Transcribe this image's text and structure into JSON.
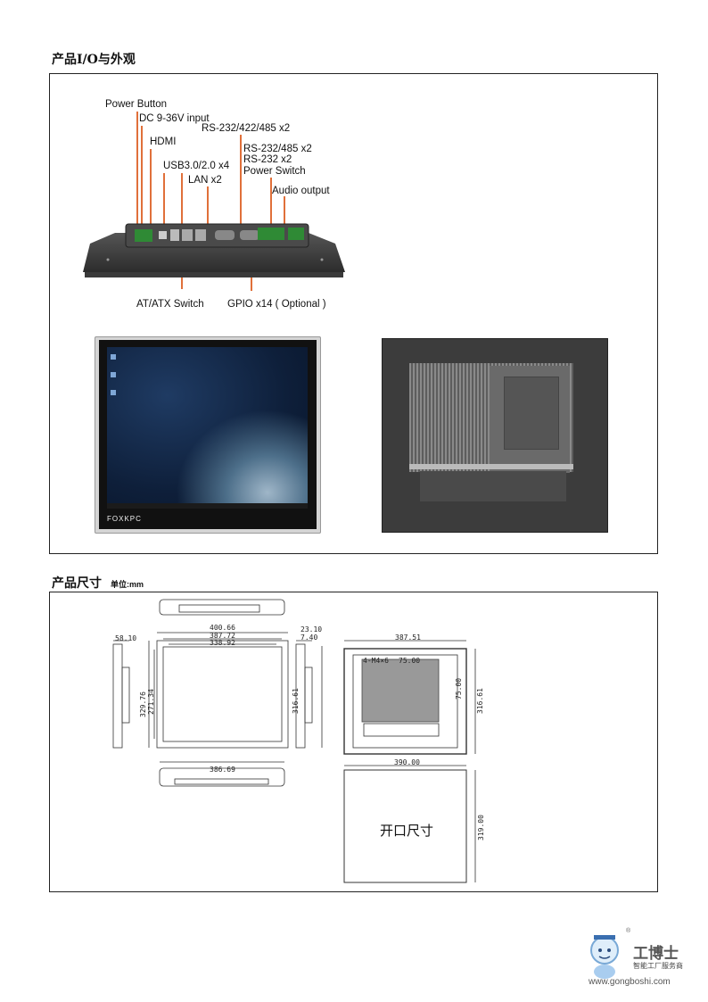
{
  "section_io": {
    "title": "产品I/O与外观"
  },
  "io_labels": {
    "power_button": "Power Button",
    "dc_input": "DC 9-36V input",
    "rs232_422_485": "RS-232/422/485 x2",
    "hdmi": "HDMI",
    "rs232_485": "RS-232/485 x2",
    "rs232": "RS-232 x2",
    "power_switch": "Power Switch",
    "usb": "USB3.0/2.0 x4",
    "audio": "Audio output",
    "lan": "LAN x2",
    "at_atx": "AT/ATX Switch",
    "gpio": "GPIO x14 ( Optional )"
  },
  "front_panel": {
    "brand": "FOXKPC"
  },
  "section_dim": {
    "title": "产品尺寸",
    "unit": "单位:mm"
  },
  "dimensions": {
    "side_left_width": "58.10",
    "front_w1": "400.66",
    "front_w2": "387.72",
    "front_w3": "338.92",
    "front_h1": "329.76",
    "front_h2": "271.34",
    "side_right_w1": "23.10",
    "side_right_w2": "7.40",
    "side_right_h": "316.61",
    "rear_w": "387.51",
    "rear_screw": "4-M4×6",
    "rear_vesa_w": "75.00",
    "rear_vesa_h": "75.00",
    "rear_h": "316.61",
    "bottom_w": "386.69",
    "cutout_w": "390.00",
    "cutout_h": "319.00",
    "cutout_label": "开口尺寸"
  },
  "logo": {
    "name": "工博士",
    "tagline": "智能工厂服务商",
    "url": "www.gongboshi.com",
    "registered": "®"
  }
}
